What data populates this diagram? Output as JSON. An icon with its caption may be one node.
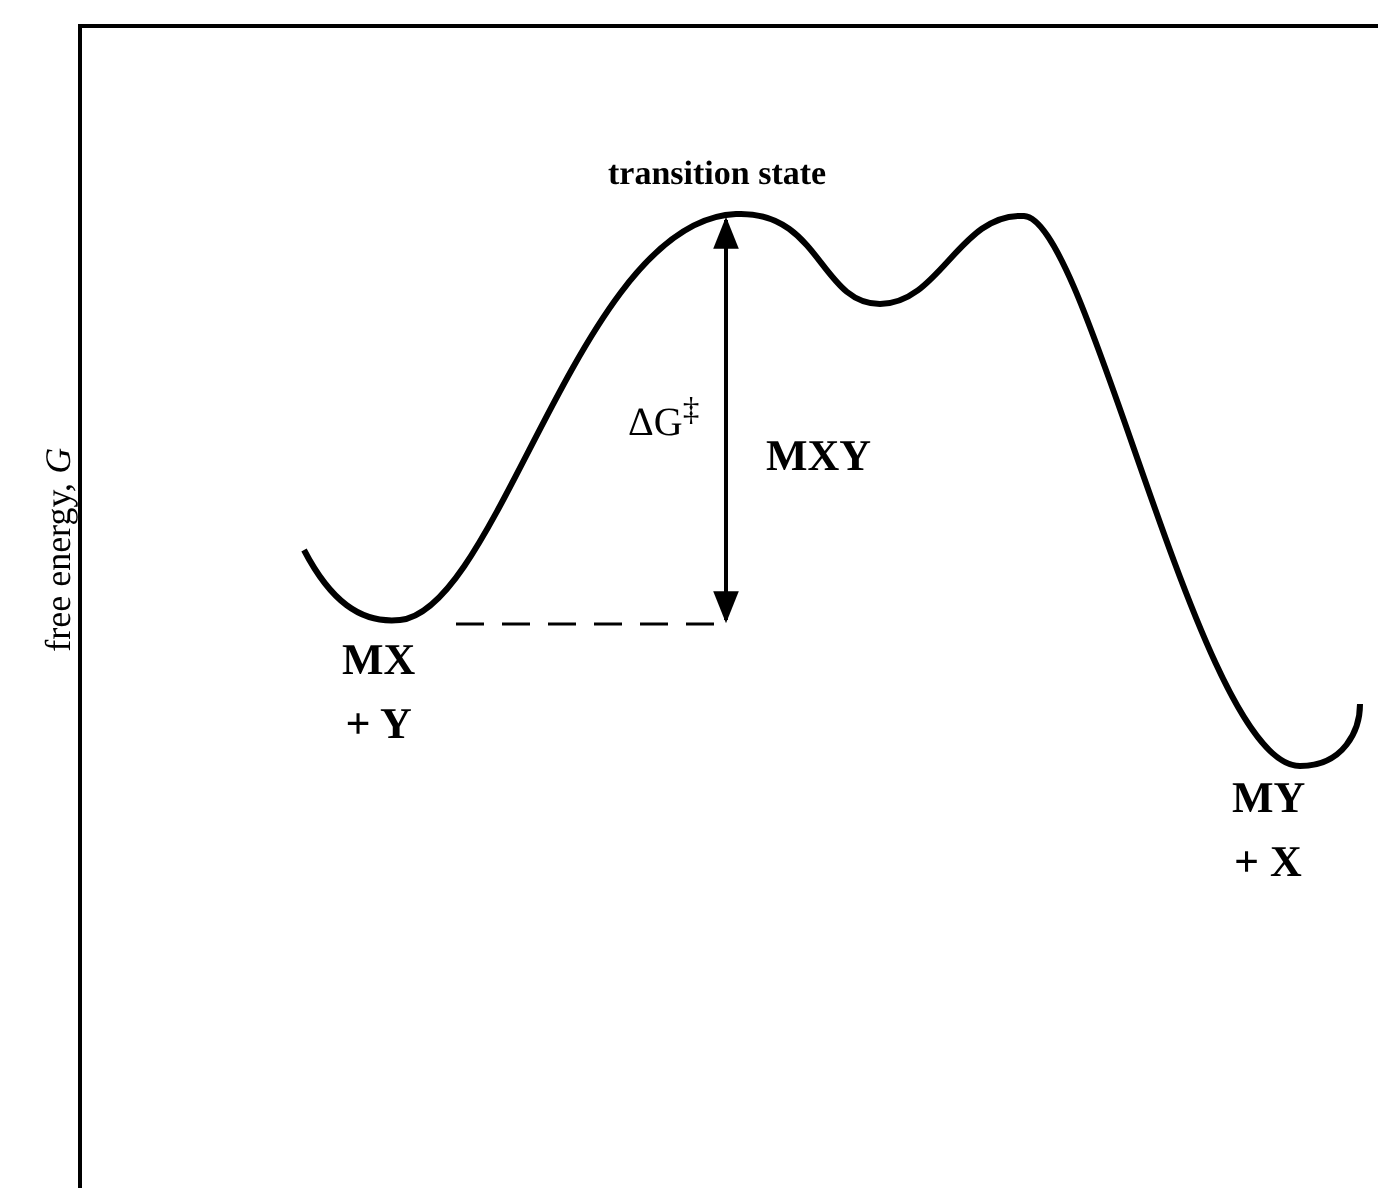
{
  "diagram": {
    "labels": [
      "transition state",
      "ΔG$^{‡}$",
      "MXY",
      "MX + Y",
      "MY + X",
      "free energy, *G*"
    ]
  }
}
